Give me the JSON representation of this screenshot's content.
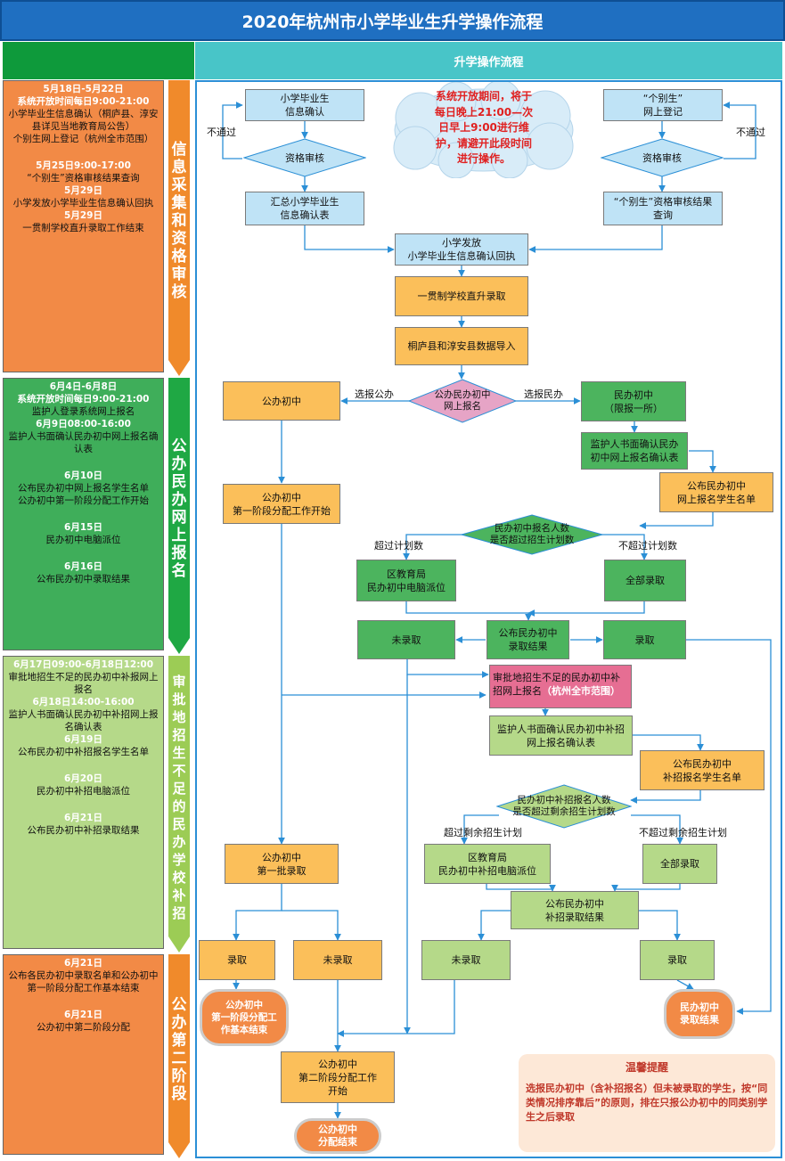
{
  "title": "2020年杭州市小学毕业生升学操作流程",
  "flow_header": "升学操作流程",
  "stages": [
    {
      "label": "信息采集和资格审核",
      "bg": "#f28a46",
      "arrow": "#f08a2b",
      "lines": [
        {
          "t": "5月18日-5月22日",
          "c": "d"
        },
        {
          "t": "系统开放时间每日9:00-21:00",
          "c": "d"
        },
        {
          "t": "小学毕业生信息确认（桐庐县、淳安县详见当地教育局公告）"
        },
        {
          "t": "个别生网上登记（杭州全市范围）"
        },
        {
          "t": "5月25日9:00-17:00",
          "c": "d g"
        },
        {
          "t": "“个别生”资格审核结果查询"
        },
        {
          "t": "5月29日",
          "c": "d"
        },
        {
          "t": "小学发放小学毕业生信息确认回执"
        },
        {
          "t": "5月29日",
          "c": "d"
        },
        {
          "t": "一贯制学校直升录取工作结束"
        }
      ]
    },
    {
      "label": "公办民办网上报名",
      "bg": "#3fae5a",
      "arrow": "#1fa844",
      "lines": [
        {
          "t": "6月4日-6月8日",
          "c": "d"
        },
        {
          "t": "系统开放时间每日9:00-21:00",
          "c": "d"
        },
        {
          "t": "监护人登录系统网上报名"
        },
        {
          "t": "6月9日08:00-16:00",
          "c": "d"
        },
        {
          "t": "监护人书面确认民办初中网上报名确认表"
        },
        {
          "t": "6月10日",
          "c": "d g"
        },
        {
          "t": "公布民办初中网上报名学生名单"
        },
        {
          "t": "公办初中第一阶段分配工作开始"
        },
        {
          "t": "6月15日",
          "c": "d g"
        },
        {
          "t": "民办初中电脑派位"
        },
        {
          "t": "6月16日",
          "c": "d g"
        },
        {
          "t": "公布民办初中录取结果"
        }
      ]
    },
    {
      "label": "审批地招生不足的民办学校补招",
      "bg": "#b5d989",
      "arrow": "#9ccc55",
      "lines": [
        {
          "t": "6月17日09:00-6月18日12:00",
          "c": "d"
        },
        {
          "t": "审批地招生不足的民办初中补报网上报名"
        },
        {
          "t": "6月18日14:00-16:00",
          "c": "d"
        },
        {
          "t": "监护人书面确认民办初中补招网上报名确认表"
        },
        {
          "t": "6月19日",
          "c": "d"
        },
        {
          "t": "公布民办初中补招报名学生名单"
        },
        {
          "t": "6月20日",
          "c": "d g"
        },
        {
          "t": "民办初中补招电脑派位"
        },
        {
          "t": "6月21日",
          "c": "d g"
        },
        {
          "t": "公布民办初中补招录取结果"
        }
      ]
    },
    {
      "label": "公办第二阶段",
      "bg": "#f28a46",
      "arrow": "#f08a2b",
      "lines": [
        {
          "t": "6月21日",
          "c": "d"
        },
        {
          "t": "公布各民办初中录取名单和公办初中第一阶段分配工作基本结束"
        },
        {
          "t": "6月21日",
          "c": "d g"
        },
        {
          "t": "公办初中第二阶段分配"
        }
      ]
    }
  ],
  "nodes": {
    "n1": "小学毕业生\n信息确认",
    "n2": "资格审核",
    "n3": "汇总小学毕业生\n信息确认表",
    "n4": "“个别生”\n网上登记",
    "n5": "资格审核",
    "n6": "“个别生”资格审核结果\n查询",
    "n7": "小学发放\n小学毕业生信息确认回执",
    "n8": "一贯制学校直升录取",
    "n9": "桐庐县和淳安县数据导入",
    "n10": "公办民办初中\n网上报名",
    "n11": "公办初中",
    "n12": "民办初中\n（限报一所）",
    "n13": "监护人书面确认民办\n初中网上报名确认表",
    "n14": "公办初中\n第一阶段分配工作开始",
    "n15": "公布民办初中\n网上报名学生名单",
    "n16": "民办初中报名人数\n是否超过招生计划数",
    "n17": "区教育局\n民办初中电脑派位",
    "n18": "全部录取",
    "n19": "未录取",
    "n20": "公布民办初中\n录取结果",
    "n21": "录取",
    "n22a": "审批地招生不足的民办初中补招网上报名",
    "n22b": "（杭州全市范围）",
    "n23": "监护人书面确认民办初中补招\n网上报名确认表",
    "n24": "公布民办初中\n补招报名学生名单",
    "n25": "民办初中补招报名人数\n是否超过剩余招生计划数",
    "n26": "区教育局\n民办初中补招电脑派位",
    "n27": "全部录取",
    "n28": "公布民办初中\n补招录取结果",
    "n29": "公办初中\n第一批录取",
    "n30": "未录取",
    "n31": "录取",
    "n32": "录取",
    "n33": "未录取",
    "n34": "公办初中\n第一阶段分配工\n作基本结束",
    "n35": "民办初中\n录取结果",
    "n36": "公办初中\n第二阶段分配工作\n开始",
    "n37": "公办初中\n分配结束"
  },
  "labels": {
    "fail1": "不通过",
    "fail2": "不通过",
    "choose_public": "选报公办",
    "choose_private": "选报民办",
    "over": "超过计划数",
    "notover": "不超过计划数",
    "over2": "超过剩余招生计划",
    "notover2": "不超过剩余招生计划"
  },
  "cloud": "系统开放期间，将于\n每日晚上21:00—次\n日早上9:00进行维\n护，请避开此段时间\n进行操作。",
  "reminder": {
    "title": "温馨提醒",
    "text": "选报民办初中（含补招报名）但未被录取的学生，按“同类情况排序靠后”的原则，排在只报公办初中的同类别学生之后录取"
  },
  "colors": {
    "title_bg": "#1f6fc1",
    "line": "#2b8fd6",
    "orange_box": "#fbbf5a",
    "green_box": "#4cb45e",
    "light_green_box": "#b5d989",
    "blue_box": "#bfe3f6",
    "pink_box": "#e66e93",
    "diamond_blue": "#bfe3f6",
    "diamond_green": "#4cb45e",
    "pill": "#f28a46",
    "red_text": "#c0392b"
  }
}
